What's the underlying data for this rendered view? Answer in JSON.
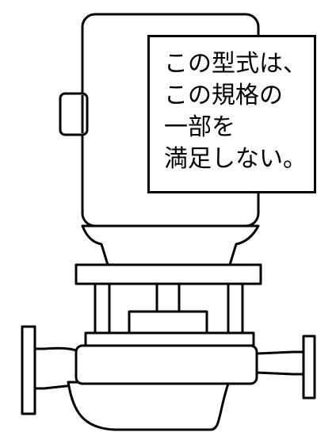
{
  "diagram": {
    "subject": "inline pump",
    "stroke_color": "#000000",
    "fill_color": "#ffffff"
  },
  "note": {
    "lines": [
      "この型式は、",
      "この規格の",
      "一部を",
      "満足しない。"
    ]
  }
}
